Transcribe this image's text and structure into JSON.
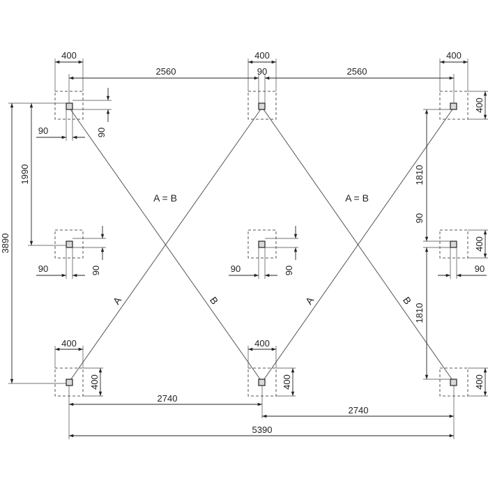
{
  "dimensions": {
    "pad_size": "400",
    "post_offset": "90",
    "top_span_left": "2560",
    "top_span_right": "2560",
    "bottom_span_left": "2740",
    "bottom_span_right": "2740",
    "total_width": "5390",
    "total_height": "3890",
    "left_half_height": "1990",
    "right_upper_height": "1810",
    "right_lower_height": "1810"
  },
  "labels": {
    "equal_note": "A = B",
    "brace_a": "A",
    "brace_b": "B"
  }
}
